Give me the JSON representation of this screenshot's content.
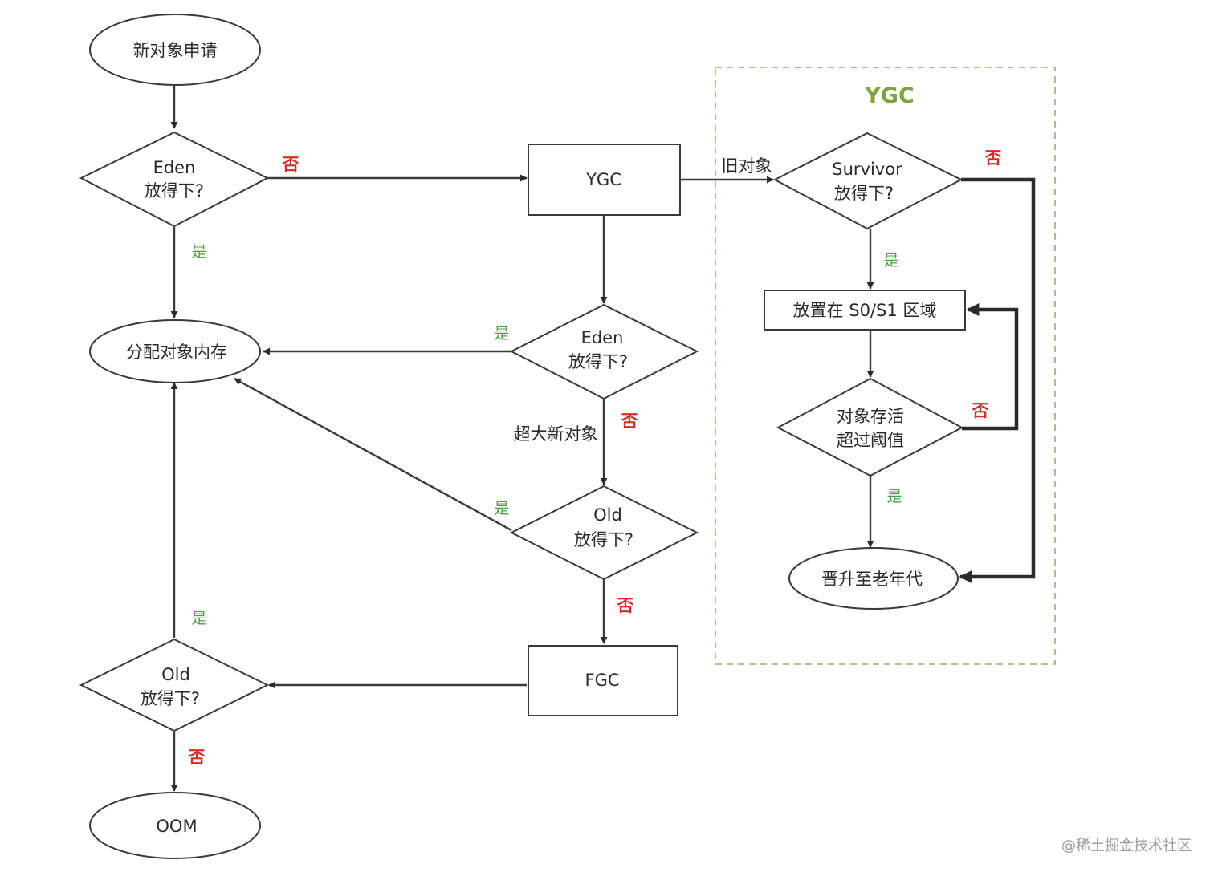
{
  "group": {
    "title": "YGC"
  },
  "nodes": {
    "new_request": "新对象申请",
    "eden_check_1": [
      "Eden",
      "放得下?"
    ],
    "allocate": "分配对象内存",
    "ygc_box": "YGC",
    "eden_check_2": [
      "Eden",
      "放得下?"
    ],
    "old_check_1": [
      "Old",
      "放得下?"
    ],
    "fgc_box": "FGC",
    "old_check_2": [
      "Old",
      "放得下?"
    ],
    "oom": "OOM",
    "survivor_check": [
      "Survivor",
      "放得下?"
    ],
    "place_s0s1": "放置在 S0/S1 区域",
    "survive_threshold": [
      "对象存活",
      "超过阈值"
    ],
    "promote_old": "晋升至老年代"
  },
  "edge_labels": {
    "eden1_no": "否",
    "eden1_yes": "是",
    "old_object": "旧对象",
    "eden2_yes": "是",
    "eden2_no": "否",
    "huge_object": "超大新对象",
    "old1_yes": "是",
    "old1_no": "否",
    "old2_yes": "是",
    "old2_no": "否",
    "survivor_no": "否",
    "survivor_yes": "是",
    "threshold_no": "否",
    "threshold_yes": "是"
  },
  "watermark": "@稀土掘金技术社区"
}
